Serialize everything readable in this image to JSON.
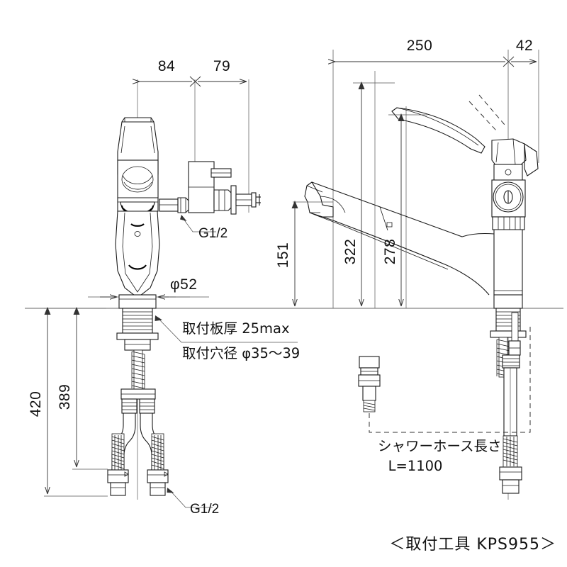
{
  "drawing": {
    "title_footer": "＜取付工具 KPS955＞",
    "views": {
      "left": {
        "name": "front-view"
      },
      "right": {
        "name": "side-view"
      }
    }
  },
  "dimensions": {
    "top_left": [
      {
        "id": "d84",
        "label": "84",
        "unit": "mm"
      },
      {
        "id": "d79",
        "label": "79",
        "unit": "mm"
      }
    ],
    "top_right": [
      {
        "id": "d250",
        "label": "250",
        "unit": "mm"
      },
      {
        "id": "d42",
        "label": "42",
        "unit": "mm"
      }
    ],
    "vertical_right": [
      {
        "id": "d151",
        "label": "151",
        "unit": "mm"
      },
      {
        "id": "d322",
        "label": "322",
        "unit": "mm"
      },
      {
        "id": "d278",
        "label": "278",
        "unit": "mm"
      }
    ],
    "vertical_left": [
      {
        "id": "d420",
        "label": "420",
        "unit": "mm"
      },
      {
        "id": "d389",
        "label": "389",
        "unit": "mm"
      }
    ],
    "diameter": {
      "id": "d52",
      "label": "φ52",
      "unit": "mm"
    }
  },
  "annotations": {
    "thread_top": "G1/2",
    "thread_bottom": "G1/2",
    "plate_thickness": "取付板厚 25max",
    "hole_diameter": "取付穴径 φ35〜39",
    "shower_hose_line1": "シャワーホース長さ",
    "shower_hose_line2": "L=1100"
  },
  "colors": {
    "line": "#1a1a1a",
    "dimension": "#333333",
    "extension": "#555555",
    "surface": "#666666",
    "background": "#ffffff"
  }
}
